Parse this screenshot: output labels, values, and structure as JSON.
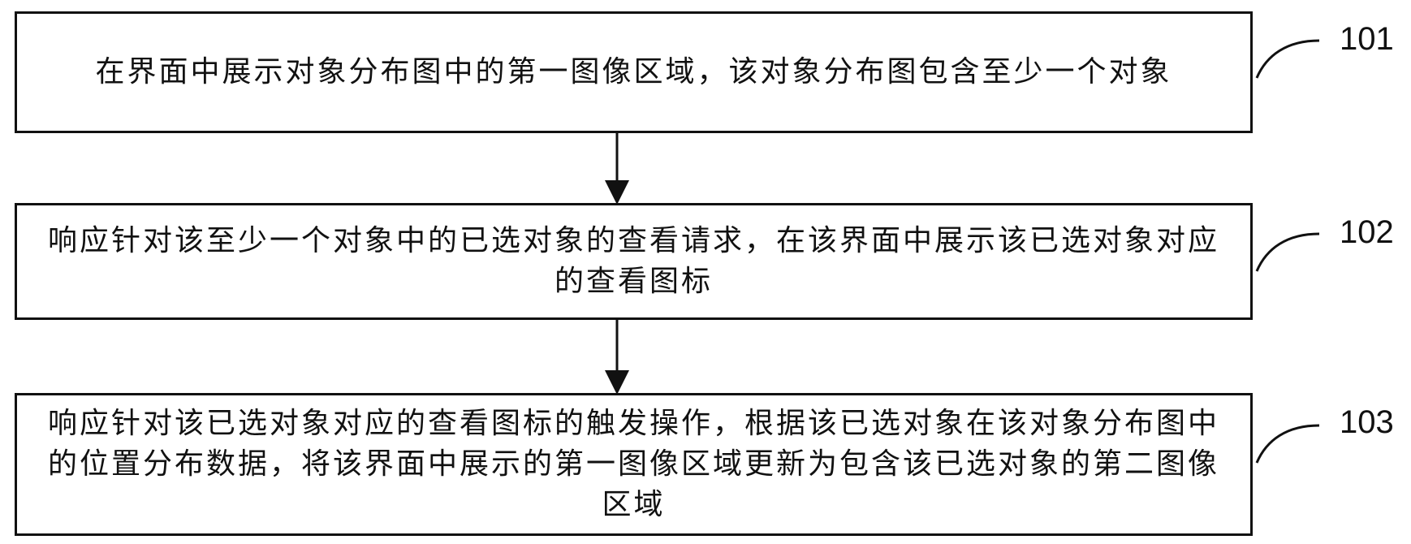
{
  "steps": [
    {
      "number": "101",
      "text": "在界面中展示对象分布图中的第一图像区域，该对象分布图包含至少一个对象"
    },
    {
      "number": "102",
      "text": "响应针对该至少一个对象中的已选对象的查看请求，在该界面中展示该已选对象对应的查看图标"
    },
    {
      "number": "103",
      "text": "响应针对该已选对象对应的查看图标的触发操作，根据该已选对象在该对象分布图中的位置分布数据，将该界面中展示的第一图像区域更新为包含该已选对象的第二图像区域"
    }
  ]
}
